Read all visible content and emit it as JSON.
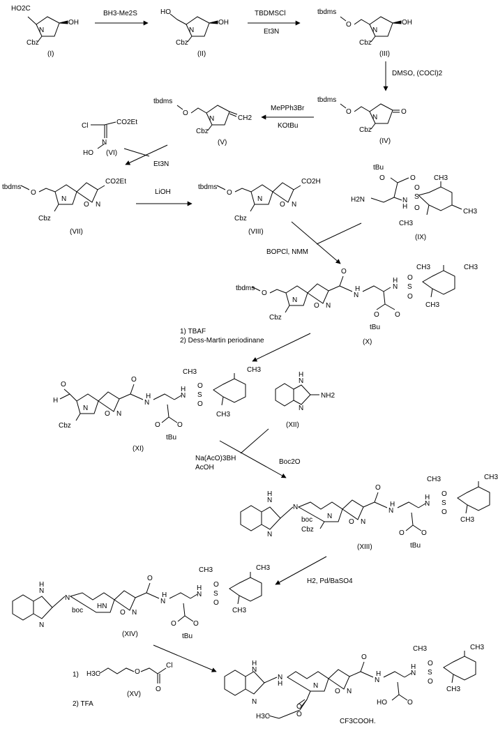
{
  "compounds": {
    "c1": {
      "id": "(I)",
      "groups": [
        "HO2C",
        "OH",
        "N",
        "Cbz"
      ]
    },
    "c2": {
      "id": "(II)",
      "groups": [
        "HO",
        "OH",
        "N",
        "Cbz"
      ]
    },
    "c3": {
      "id": "(III)",
      "groups": [
        "tbdms",
        "O",
        "OH",
        "N",
        "Cbz"
      ]
    },
    "c4": {
      "id": "(IV)",
      "groups": [
        "tbdms",
        "O",
        "O",
        "N",
        "Cbz"
      ]
    },
    "c5": {
      "id": "(V)",
      "groups": [
        "tbdms",
        "O",
        "CH2",
        "N",
        "Cbz"
      ]
    },
    "c6": {
      "id": "(VI)",
      "groups": [
        "Cl",
        "CO2Et",
        "N",
        "HO"
      ]
    },
    "c7": {
      "id": "(VII)",
      "groups": [
        "tbdms",
        "O",
        "CO2Et",
        "N",
        "O",
        "N",
        "Cbz"
      ]
    },
    "c8": {
      "id": "(VIII)",
      "groups": [
        "tbdms",
        "O",
        "CO2H",
        "N",
        "O",
        "N",
        "Cbz"
      ]
    },
    "c9": {
      "id": "(IX)",
      "groups": [
        "tBu",
        "O",
        "O",
        "H2N",
        "N",
        "H",
        "S",
        "O",
        "O",
        "CH3",
        "CH3",
        "CH3"
      ]
    },
    "c10": {
      "id": "(X)",
      "groups": [
        "tbdms",
        "O",
        "N",
        "O",
        "N",
        "Cbz",
        "O",
        "N",
        "H",
        "N",
        "H",
        "S",
        "O",
        "O",
        "CH3",
        "CH3",
        "CH3",
        "O",
        "O",
        "tBu"
      ]
    },
    "c11": {
      "id": "(XI)",
      "groups": [
        "O",
        "H",
        "N",
        "O",
        "N",
        "Cbz",
        "O",
        "N",
        "H",
        "N",
        "H",
        "S",
        "O",
        "O",
        "CH3",
        "CH3",
        "CH3",
        "O",
        "O",
        "tBu"
      ]
    },
    "c12": {
      "id": "(XII)",
      "groups": [
        "H",
        "N",
        "N",
        "NH2"
      ]
    },
    "c13": {
      "id": "(XIII)",
      "groups": [
        "H",
        "N",
        "N",
        "N",
        "boc",
        "N",
        "O",
        "N",
        "Cbz",
        "O",
        "N",
        "H",
        "N",
        "H",
        "S",
        "O",
        "O",
        "CH3",
        "CH3",
        "CH3",
        "O",
        "O",
        "tBu"
      ]
    },
    "c14": {
      "id": "(XIV)",
      "groups": [
        "H",
        "N",
        "N",
        "N",
        "boc",
        "HN",
        "O",
        "N",
        "O",
        "N",
        "H",
        "N",
        "H",
        "S",
        "O",
        "O",
        "CH3",
        "CH3",
        "CH3",
        "O",
        "O",
        "tBu"
      ]
    },
    "c15": {
      "id": "(XV)",
      "groups": [
        "H3C",
        "O",
        "Cl",
        "O"
      ]
    },
    "c16": {
      "id": "",
      "groups": [
        "H",
        "N",
        "N",
        "N",
        "H",
        "N",
        "O",
        "N",
        "O",
        "O",
        "H3C",
        "O",
        "N",
        "H",
        "N",
        "H",
        "S",
        "O",
        "O",
        "CH3",
        "CH3",
        "CH3",
        "HO",
        "O"
      ],
      "salt": "CF3COOH."
    }
  },
  "reagents": {
    "r1": "BH3-Me2S",
    "r2a": "TBDMSCl",
    "r2b": "Et3N",
    "r3": "DMSO, (COCl)2",
    "r4a": "MePPh3Br",
    "r4b": "KOtBu",
    "r5": "Et3N",
    "r6": "LiOH",
    "r7": "BOPCl, NMM",
    "r8a": "1) TBAF",
    "r8b": "2) Dess-Martin periodinane",
    "r9a": "Na(AcO)3BH",
    "r9b": "AcOH",
    "r9c": "Boc2O",
    "r10": "H2, Pd/BaSO4",
    "r11a": "1)",
    "r11b": "2) TFA"
  }
}
